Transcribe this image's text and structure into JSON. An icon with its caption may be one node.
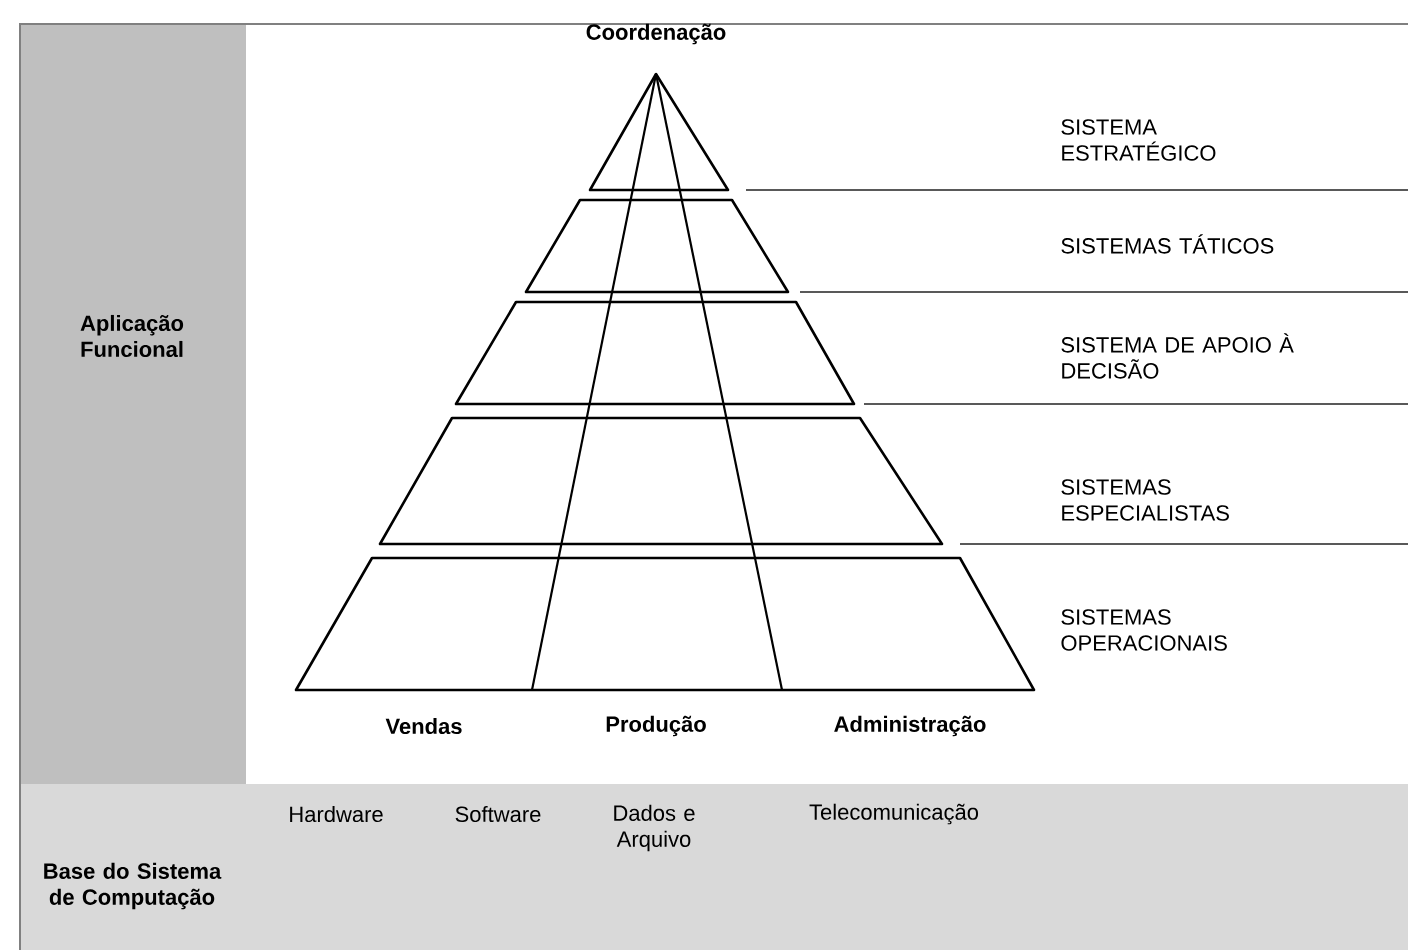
{
  "diagram": {
    "nodes": [
      {
        "text": [
          "Aplicação Funcional"
        ]
      },
      {
        "text": [
          "Base do Sistema de Computação",
          "Hardware",
          "Software",
          "Dados e Arquivo",
          "Telecomunicação"
        ]
      }
    ],
    "labels": [
      "Coordenação",
      "SISTEMA ESTRATÉGICO",
      "SISTEMAS TÁTICOS",
      "SISTEMA DE APOIO À DECISÃO",
      "SISTEMAS ESPECIALISTAS",
      "SISTEMAS OPERACIONAIS",
      "Vendas",
      "Produção",
      "Administração"
    ]
  }
}
